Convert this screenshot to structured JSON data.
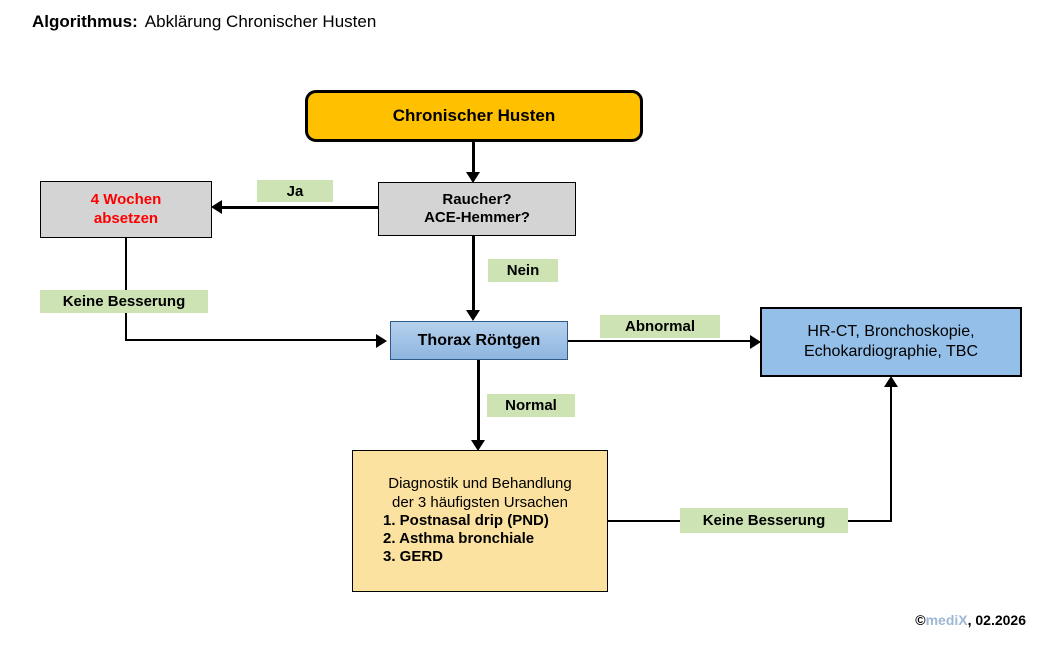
{
  "title": {
    "label": "Algorithmus:",
    "subject": "Abklärung Chronischer Husten"
  },
  "nodes": {
    "start": {
      "text": "Chronischer Husten"
    },
    "question": {
      "line1": "Raucher?",
      "line2": "ACE-Hemmer?"
    },
    "stop_meds": {
      "line1": "4 Wochen",
      "line2": "absetzen"
    },
    "xray": {
      "text": "Thorax Röntgen"
    },
    "workup": {
      "line1": "HR-CT, Bronchoskopie,",
      "line2": "Echokardiographie, TBC"
    },
    "treatment": {
      "line1": "Diagnostik und Behandlung",
      "line2": "der 3 häufigsten Ursachen",
      "item1": "1. Postnasal drip (PND)",
      "item2": "2. Asthma bronchiale",
      "item3": "3. GERD"
    }
  },
  "edge_labels": {
    "yes": "Ja",
    "no": "Nein",
    "no_improvement_top": "Keine Besserung",
    "abnormal": "Abnormal",
    "normal": "Normal",
    "no_improvement_bottom": "Keine Besserung"
  },
  "footer": {
    "copyright": "©",
    "brand": "mediX",
    "date": ", 02.2026"
  },
  "colors": {
    "start_fill": "#FFC000",
    "gray_fill": "#D4D4D4",
    "blue_fill": "#93BFE8",
    "yellow_fill": "#FCE2A0",
    "label_fill": "#CDE3B4",
    "red_text": "#FF0000",
    "brand_text": "#9CB8D4"
  }
}
